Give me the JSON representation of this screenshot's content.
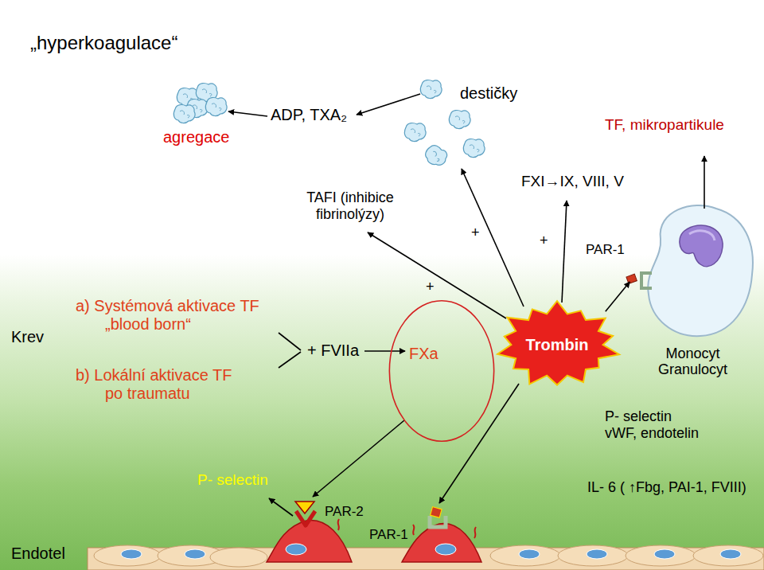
{
  "diagram": {
    "title": "„hyperkoagulace“",
    "nodes": [
      {
        "text": [
          "FXa"
        ]
      },
      {
        "text": [
          "Trombin"
        ]
      },
      {
        "text": [
          "Monocyt Granulocyt"
        ]
      }
    ],
    "edges": [
      {
        "from": 1,
        "to": 2,
        "arrow": "to"
      }
    ],
    "labels": [
      "agregace",
      "ADP, TXA₂",
      "destičky",
      "TF, mikropartikule",
      "TAFI (inhibice fibrinolýzy)",
      "+",
      "FXI→IX, VIII, V",
      "+",
      "PAR-1",
      "+",
      "Krev",
      "a) Systémová aktivace TF „blood born“",
      "b) Lokální aktivace TF po traumatu",
      "+ FVIIa",
      "P- selectin vWF, endotelin",
      "P- selectin",
      "PAR-2",
      "PAR-1",
      "IL- 6 ( ↑Fbg, PAI-1, FVIII)",
      "Endotel"
    ]
  }
}
